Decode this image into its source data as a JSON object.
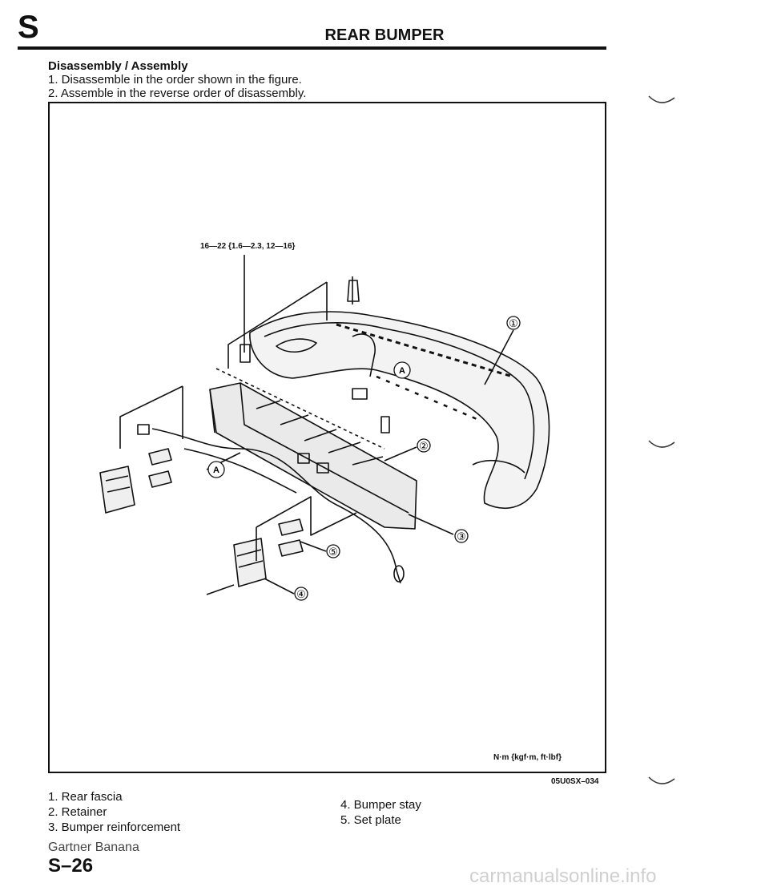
{
  "header": {
    "section_letter": "S",
    "title": "REAR BUMPER"
  },
  "intro": {
    "heading": "Disassembly / Assembly",
    "steps": [
      "1. Disassemble in the order shown in the figure.",
      "2. Assemble in the reverse order of disassembly."
    ]
  },
  "figure": {
    "torque_spec": "16—22 {1.6—2.3, 12—16}",
    "units_note": "N·m {kgf·m, ft·lbf}",
    "figure_code": "05U0SX–034",
    "callouts": [
      "①",
      "②",
      "③",
      "④",
      "⑤"
    ],
    "ref_mark": "A"
  },
  "legend": {
    "left": [
      "1. Rear fascia",
      "2. Retainer",
      "3. Bumper reinforcement"
    ],
    "right": [
      "4. Bumper stay",
      "5. Set plate"
    ]
  },
  "footer": {
    "note": "Gartner Banana",
    "page_number": "S–26",
    "watermark": "carmanualsonline.info"
  }
}
